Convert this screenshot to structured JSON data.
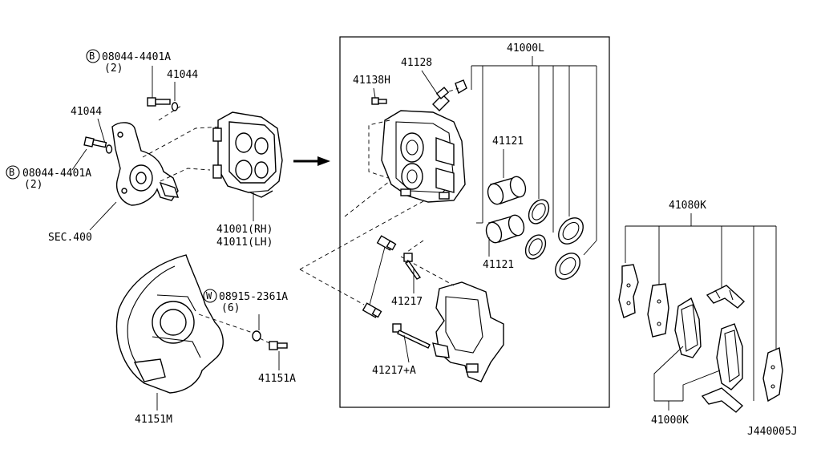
{
  "labels": {
    "bolt_top_code": "08044-4401A",
    "bolt_top_qty": "(2)",
    "bolt_top_prefix": "B",
    "washer_top": "41044",
    "washer_left": "41044",
    "bolt_left_code": "08044-4401A",
    "bolt_left_qty": "(2)",
    "bolt_left_prefix": "B",
    "knuckle_ref": "SEC.400",
    "caliper_rh": "41001(RH)",
    "caliper_lh": "41011(LH)",
    "washer_plate_code": "08915-2361A",
    "washer_plate_qty": "(6)",
    "washer_plate_prefix": "W",
    "plate_bolt": "41151A",
    "baffle_plate": "41151M",
    "bleeder_cap": "41138H",
    "bleeder_screw": "41128",
    "caliper_kit": "41000L",
    "piston_upper": "41121",
    "piston_lower": "41121",
    "pin_bolt": "41217",
    "pin_bolt_a": "41217+A",
    "pad_kit_set": "41080K",
    "pad_kit": "41000K",
    "diagram_id": "J440005J"
  }
}
